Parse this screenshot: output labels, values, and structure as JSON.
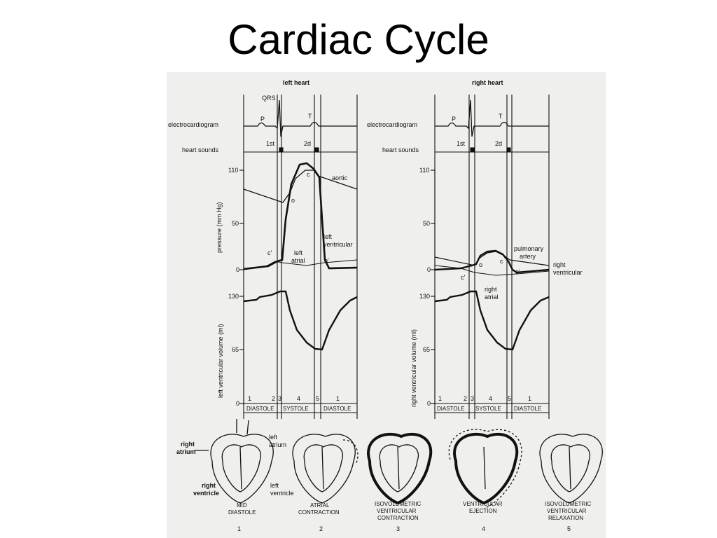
{
  "slide": {
    "title": "Cardiac Cycle"
  },
  "colors": {
    "background": "#ffffff",
    "figure_background": "#efefed",
    "ink": "#111111"
  },
  "panels": {
    "left": {
      "heading": "left heart",
      "qrs": "QRS",
      "ecg_label": "electrocardiogram",
      "wave_p": "P",
      "wave_t": "T",
      "sounds_label": "heart sounds",
      "sound_first": "1st",
      "sound_second": "2d",
      "pressure_axis_label": "pressure (mm Hg)",
      "pressure_ticks": [
        "110",
        "50",
        "0"
      ],
      "curve_aortic": "aortic",
      "curve_ventricular": [
        "left",
        "ventricular"
      ],
      "curve_atrial": [
        "left",
        "atrial"
      ],
      "point_c": "c",
      "point_o": "o",
      "point_cprime": "c'",
      "point_oprime": "o'",
      "volume_axis_label": "left ventricular volume (ml)",
      "volume_ticks": [
        "130",
        "65",
        "0"
      ],
      "phase_numbers": [
        "1",
        "2",
        "3",
        "4",
        "5",
        "1"
      ],
      "phases": [
        "DIASTOLE",
        "SYSTOLE",
        "DIASTOLE"
      ]
    },
    "right": {
      "heading": "right heart",
      "ecg_label": "electrocardiogram",
      "wave_p": "P",
      "wave_t": "T",
      "sounds_label": "heart sounds",
      "sound_first": "1st",
      "sound_second": "2d",
      "pressure_ticks": [
        "110",
        "50",
        "0"
      ],
      "curve_pulmonary": [
        "pulmonary",
        "artery"
      ],
      "curve_ventricular": [
        "right",
        "ventricular"
      ],
      "curve_atrial": [
        "right",
        "atrial"
      ],
      "point_c": "c",
      "point_o": "o",
      "point_cprime": "c'",
      "point_oprime": "o'",
      "volume_axis_label": "right ventricular volume (ml)",
      "volume_ticks": [
        "130",
        "65",
        "0"
      ],
      "phase_numbers": [
        "1",
        "2",
        "3",
        "4",
        "5",
        "1"
      ],
      "phases": [
        "DIASTOLE",
        "SYSTOLE",
        "DIASTOLE"
      ]
    }
  },
  "heart_labels": {
    "right_atrium": [
      "right",
      "atrium"
    ],
    "left_atrium": [
      "left",
      "atrium"
    ],
    "right_ventricle": [
      "right",
      "ventricle"
    ],
    "left_ventricle": [
      "left",
      "ventricle"
    ]
  },
  "stages": [
    {
      "number": "1",
      "caption": [
        "MID",
        "DIASTOLE"
      ]
    },
    {
      "number": "2",
      "caption": [
        "ATRIAL",
        "CONTRACTION"
      ]
    },
    {
      "number": "3",
      "caption": [
        "ISOVOLUMETRIC",
        "VENTRICULAR",
        "CONTRACTION"
      ]
    },
    {
      "number": "4",
      "caption": [
        "VENTRICULAR",
        "EJECTION"
      ]
    },
    {
      "number": "5",
      "caption": [
        "ISOVOLUMETRIC",
        "VENTRICULAR",
        "RELAXATION"
      ]
    }
  ]
}
